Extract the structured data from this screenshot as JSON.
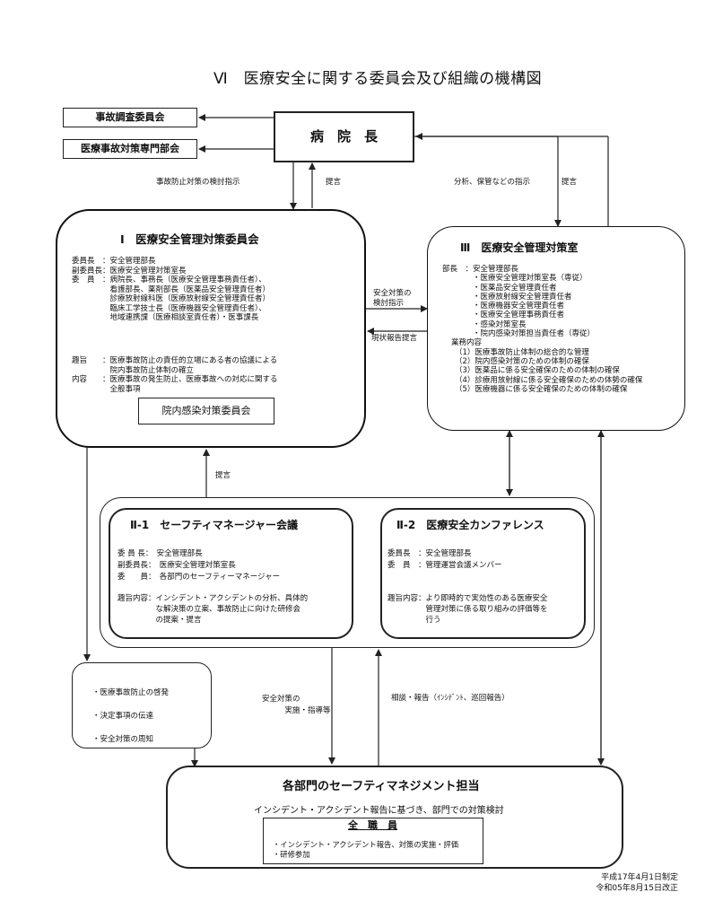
{
  "title": "Ⅵ　医療安全に関する委員会及び組織の機構図",
  "top_boxes": {
    "accident_committee": "事故調査委員会",
    "countermeasure_subcommittee": "医療事故対策専門部会",
    "director": "病　院　長"
  },
  "arrow_labels": {
    "left_down": "事故防止対策の検討指示",
    "left_up": "提言",
    "right_down": "分析、保管などの指示",
    "right_up": "提言",
    "mid_right": "安全対策の\n検討指示",
    "mid_left": "現状報告提言",
    "committee_up": "提言",
    "down_left": "安全対策の\n　　　実施・指導等",
    "up_right": "相談・報告（ｲﾝｼﾃﾞﾝﾄ、巡回報告）"
  },
  "committee": {
    "heading": "Ⅰ　医療安全管理対策委員会",
    "members": [
      "委員長　：安全管理部長",
      "副委員長：医療安全管理対策室長",
      "委　員　：病院長、事務長（医療安全管理事務責任者）、",
      "　　　　　看護部長、薬剤部長（医薬品安全管理責任者）",
      "　　　　　診療放射線科医（医療放射線安全管理責任者）",
      "　　　　　臨床工学技士長（医療機器安全管理責任者）、",
      "　　　　　地域連携課（医療相談室責任者）・医事課長"
    ],
    "purpose": [
      "趣旨　　：医療事故防止の責任的立場にある者の協議による",
      "　　　　　院内事故防止体制の確立",
      "内容　　：医療事故の発生防止、医療事故への対応に関する",
      "　　　　　全般事項"
    ],
    "sub_box": "院内感染対策委員会"
  },
  "office": {
    "heading": "Ⅲ　医療安全管理対策室",
    "members": [
      "部長　：安全管理部長",
      "　　　　・医療安全管理対策室長（専従）",
      "　　　　・医薬品安全管理責任者",
      "　　　　・医療放射線安全管理責任者",
      "　　　　・医療機器安全管理責任者",
      "　　　　・医療安全管理事務責任者",
      "　　　　・感染対策室長",
      "　　　　・院内感染対策担当責任者（専従）"
    ],
    "duties_heading": "業務内容",
    "duties": [
      "（1）医療事故防止体制の総合的な管理",
      "（2）院内感染対策のための体制の確保",
      "（3）医薬品に係る安全確保のための体制の確保",
      "（4）診療用放射線に係る安全確保のための体勢の確保",
      "（5）医療機器に係る安全確保のための体制の確保"
    ]
  },
  "meeting": {
    "heading": "Ⅱ-1　セーフティマネージャー会議",
    "members": [
      "委 員 長：　安全管理部長",
      "副委員長：　医療安全管理対策室長",
      "委　　員：　各部門のセーフティーマネージャー"
    ],
    "purpose": [
      "趣旨内容：インシデント・アクシデントの分析、具体的",
      "　　　　　な解決策の立案、事故防止に向けた研修会",
      "　　　　　の提案・提言"
    ]
  },
  "conference": {
    "heading": "Ⅱ-2　医療安全カンファレンス",
    "members": [
      "委員長　：安全管理部長",
      "委　員　：管理運営会議メンバー"
    ],
    "purpose": [
      "趣旨内容：より即時的で実効性のある医療安全",
      "　　　　　管理対策に係る取り組みの評価等を",
      "　　　　　行う"
    ]
  },
  "notice_box": [
    "・医療事故防止の啓発",
    "・決定事項の伝達",
    "・安全対策の周知"
  ],
  "bottom": {
    "heading": "各部門のセーフティマネジメント担当",
    "subtitle": "インシデント・アクシデント報告に基づき、部門での対策検討",
    "staff_heading": "全　職　員",
    "staff_items": [
      "・インシデント・アクシデント報告、対策の実施・評価",
      "・研修参加"
    ]
  },
  "footer": [
    "平成17年4月1日制定",
    "令和05年8月15日改正"
  ]
}
